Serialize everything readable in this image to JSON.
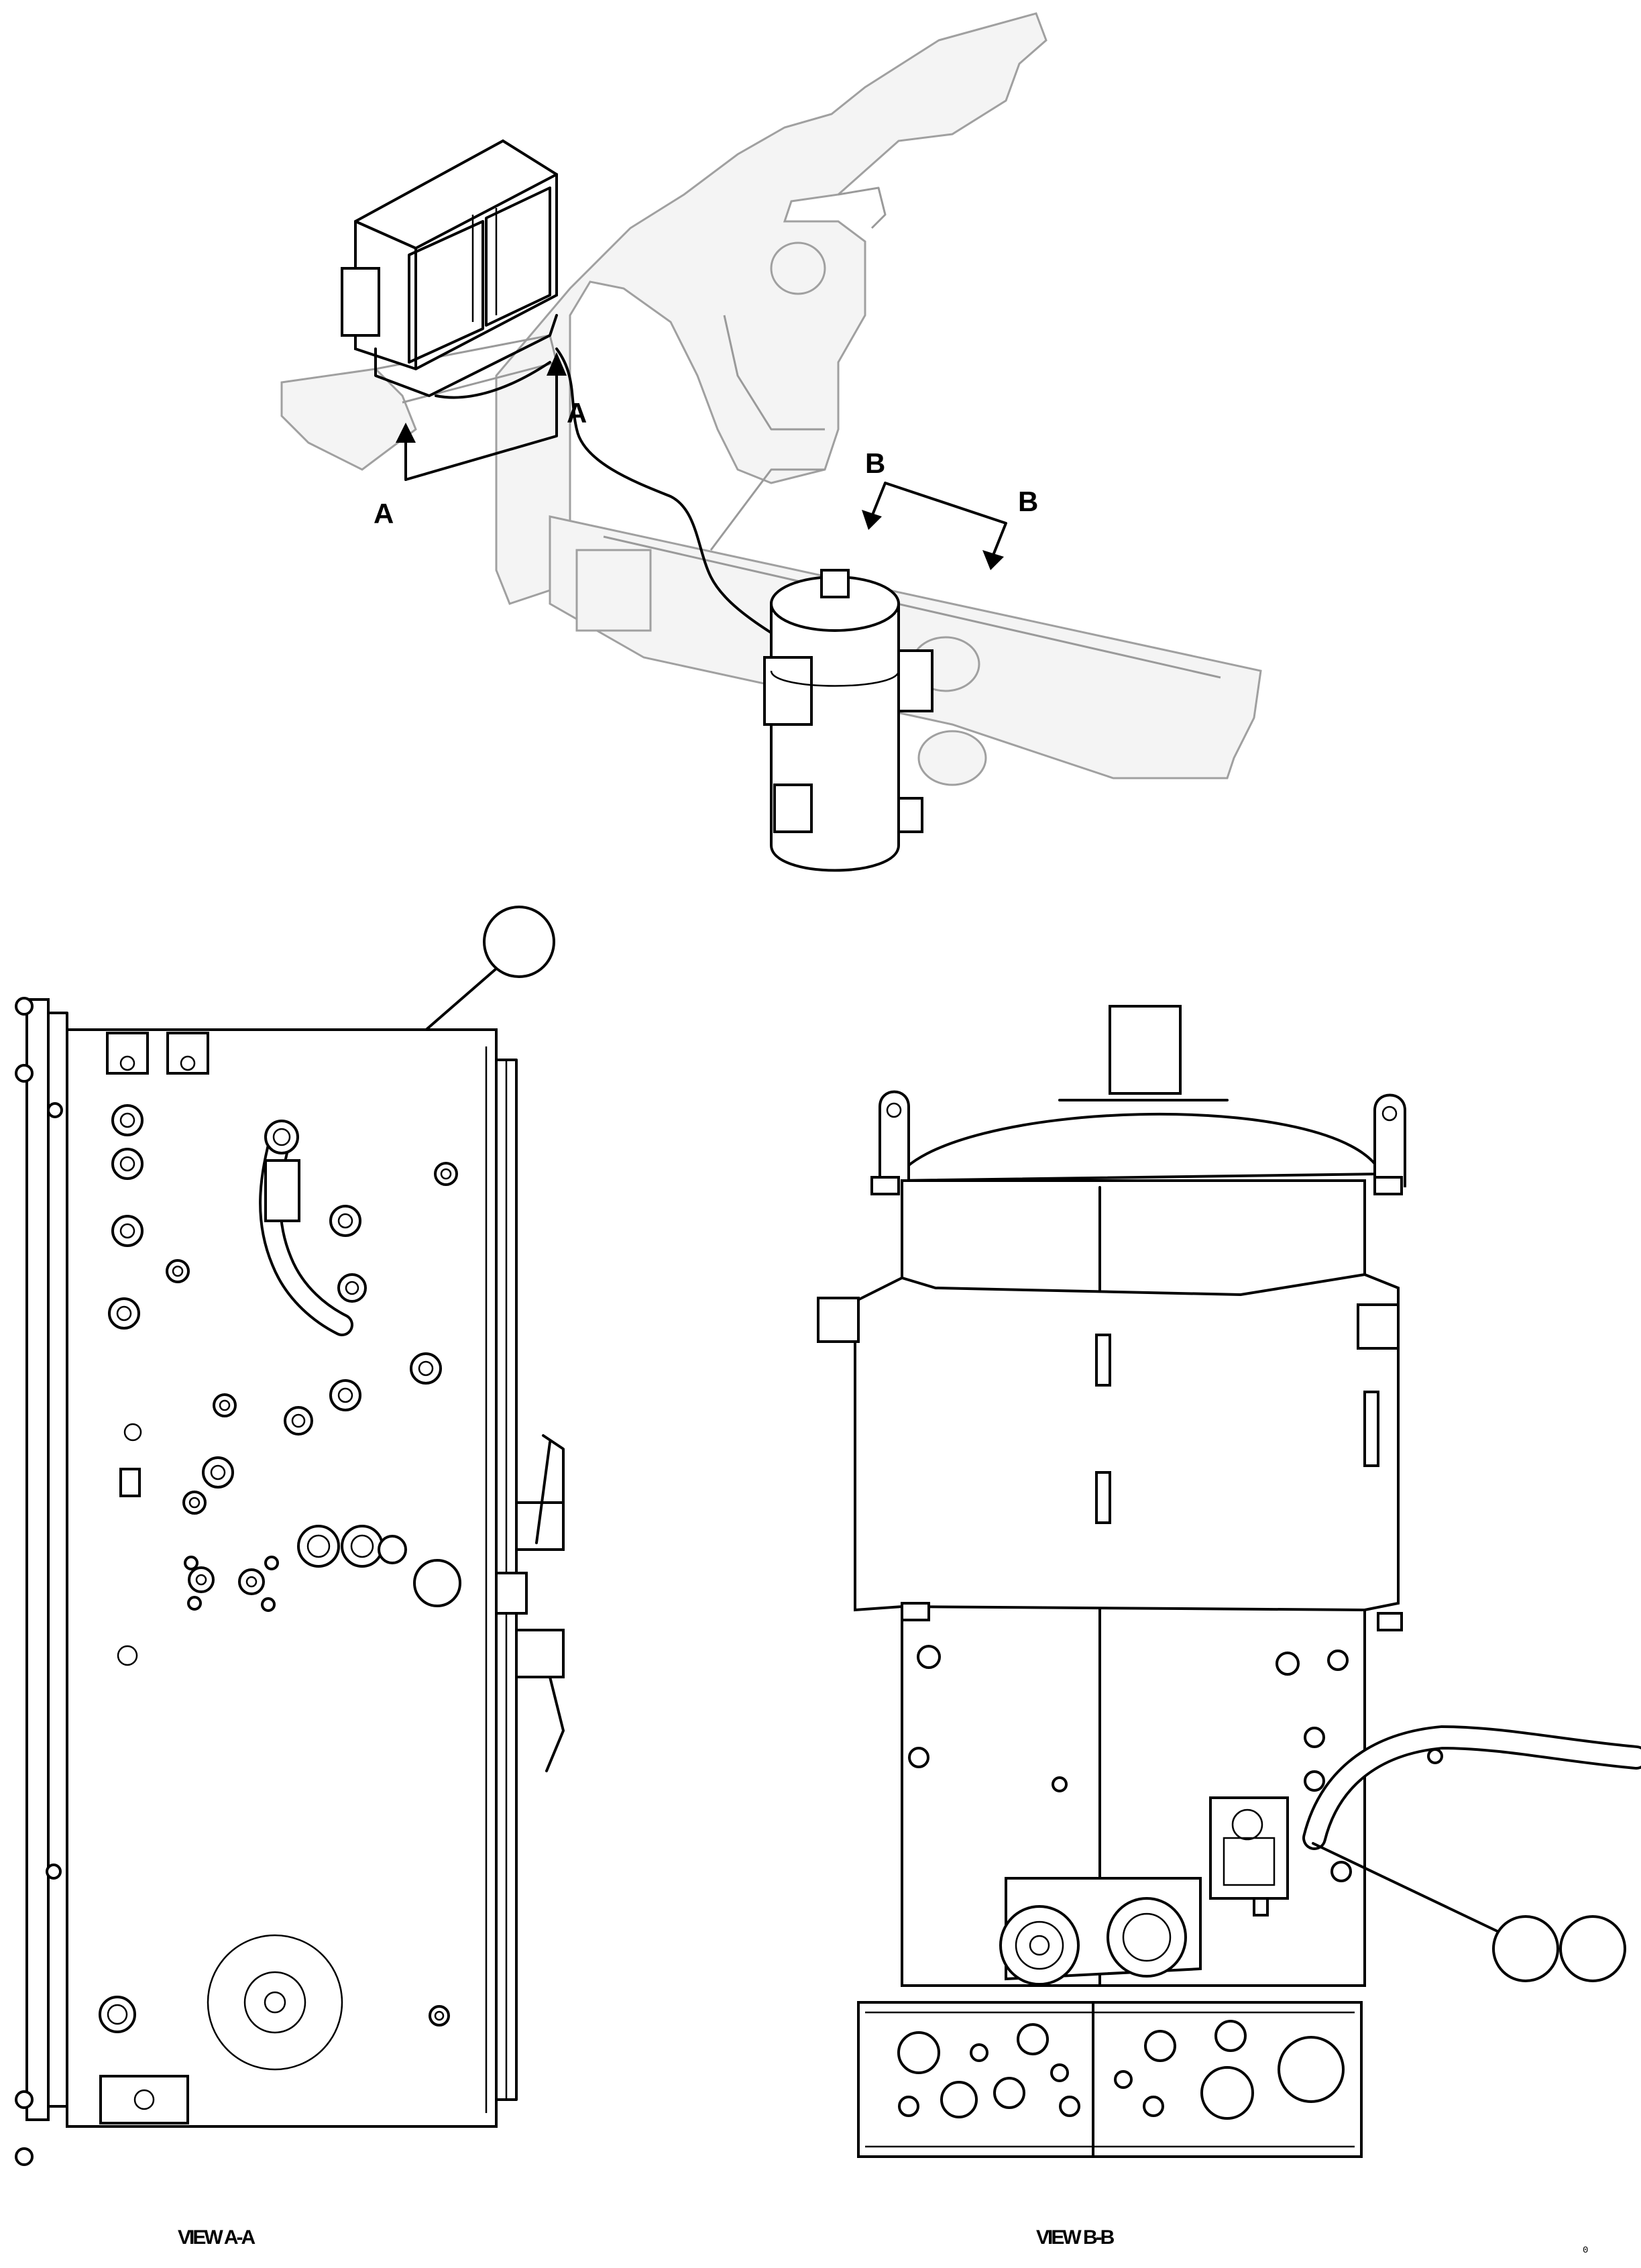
{
  "section_labels": {
    "a_left": "A",
    "a_right": "A",
    "b_left": "B",
    "b_right": "B"
  },
  "captions": {
    "view_a": "VIEW A-A",
    "view_b": "VIEW B-B"
  },
  "page_id": "0"
}
